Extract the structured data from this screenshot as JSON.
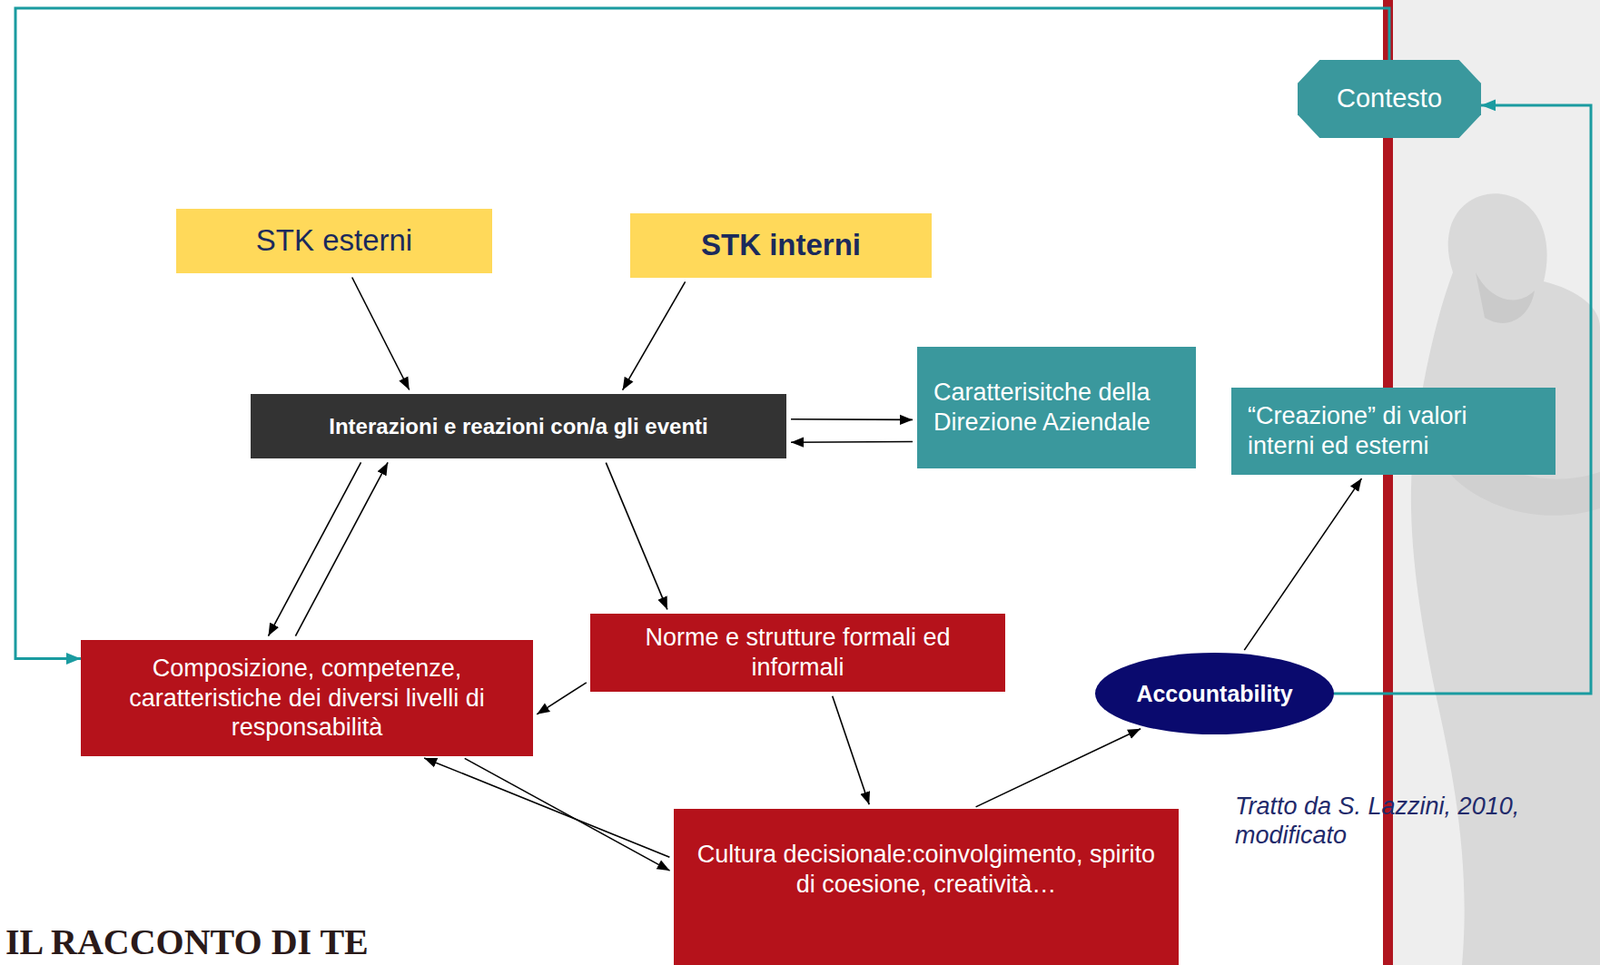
{
  "diagram": {
    "nodes": [
      {
        "text": [
          "STK esterni"
        ]
      },
      {
        "text": [
          "STK interni"
        ]
      },
      {
        "text": [
          "Interazioni e reazioni con/a gli eventi"
        ]
      },
      {
        "text": [
          "Caratterisitche della Direzione Aziendale"
        ]
      },
      {
        "text": [
          "Contesto"
        ]
      },
      {
        "text": [
          "“Creazione” di valori interni ed esterni"
        ]
      },
      {
        "text": [
          "Composizione, competenze, caratteristiche dei diversi livelli di responsabilità"
        ]
      },
      {
        "text": [
          "Norme e strutture formali ed informali"
        ]
      },
      {
        "text": [
          "Cultura decisionale:coinvolgimento, spirito di coesione, creatività…"
        ]
      },
      {
        "text": [
          "Accountability"
        ]
      }
    ],
    "edges": [
      {
        "from": 0,
        "to": 2,
        "arrow": "to"
      },
      {
        "from": 1,
        "to": 2,
        "arrow": "to"
      },
      {
        "from": 2,
        "to": 3,
        "arrow": "to"
      },
      {
        "from": 3,
        "to": 2,
        "arrow": "to"
      },
      {
        "from": 2,
        "to": 6,
        "arrow": "to"
      },
      {
        "from": 6,
        "to": 2,
        "arrow": "to"
      },
      {
        "from": 2,
        "to": 7,
        "arrow": "to"
      },
      {
        "from": 7,
        "to": 6,
        "arrow": "to"
      },
      {
        "from": 7,
        "to": 8,
        "arrow": "to"
      },
      {
        "from": 6,
        "to": 8,
        "arrow": "to"
      },
      {
        "from": 8,
        "to": 6,
        "arrow": "to"
      },
      {
        "from": 8,
        "to": 9,
        "arrow": "to"
      },
      {
        "from": 9,
        "to": 5,
        "arrow": "to"
      },
      {
        "from": 9,
        "to": 4,
        "arrow": "to"
      },
      {
        "from": 4,
        "to": 6,
        "arrow": "to"
      }
    ],
    "labels": [
      "Tratto da S. Lazzini, 2010, modificato",
      "IL RACCONTO DI TE"
    ]
  }
}
